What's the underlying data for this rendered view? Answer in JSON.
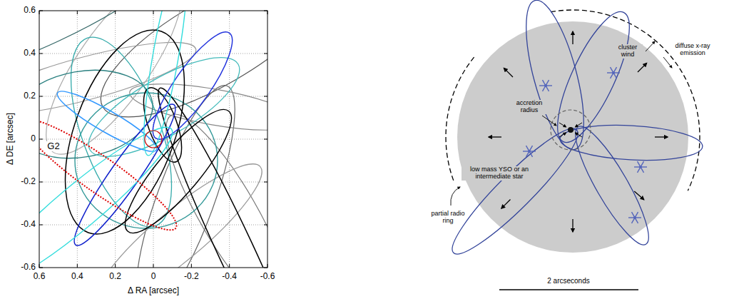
{
  "diagram": {
    "labels": [
      "0.6",
      "0.4",
      "0.2",
      "0",
      "-0.2",
      "-0.4",
      "-0.6",
      "0.6",
      "0.4",
      "0.2",
      "0",
      "-0.2",
      "-0.4",
      "-0.6",
      "Δ RA [arcsec]",
      "Δ DE [arcsec]",
      "G2",
      "cluster wind",
      "diffuse x-ray emission",
      "accretion radius",
      "low mass YSO or an intermediate star",
      "partial radio ring",
      "2 arcseconds"
    ]
  }
}
